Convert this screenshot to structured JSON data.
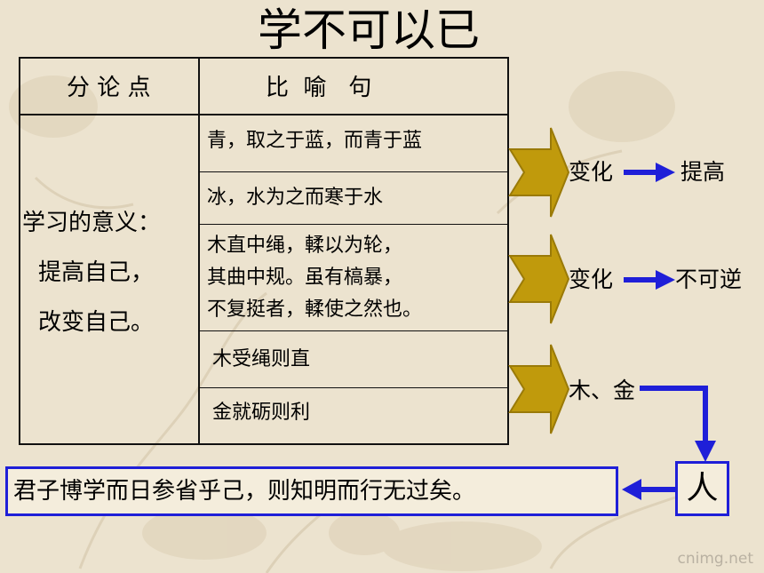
{
  "title": "学不可以已",
  "table": {
    "headers": {
      "col1": "分 论 点",
      "col2": "比  喻   句"
    },
    "left_lines": [
      "学习的意义：",
      "提高自己，",
      "改变自己。"
    ],
    "rows": [
      {
        "lines": [
          "青，取之于蓝，而青于蓝"
        ]
      },
      {
        "lines": [
          "冰，水为之而寒于水"
        ]
      },
      {
        "lines": [
          "木直中绳，輮以为轮，",
          "其曲中规。虽有槁暴，",
          "不复挺者，輮使之然也。"
        ]
      },
      {
        "lines": [
          "木受绳则直"
        ]
      },
      {
        "lines": [
          "金就砺则利"
        ]
      }
    ]
  },
  "annotations": [
    {
      "label": "变化",
      "result": "提高"
    },
    {
      "label": "变化",
      "result": "不可逆"
    },
    {
      "label": "木、金"
    }
  ],
  "conclusion": "君子博学而日参省乎己，则知明而行无过矣。",
  "person": "人",
  "watermark": "cnimg.net",
  "colors": {
    "arrow_fill": "#c09a0c",
    "arrow_stroke": "#9a7a08",
    "blue": "#1f1fd8"
  }
}
